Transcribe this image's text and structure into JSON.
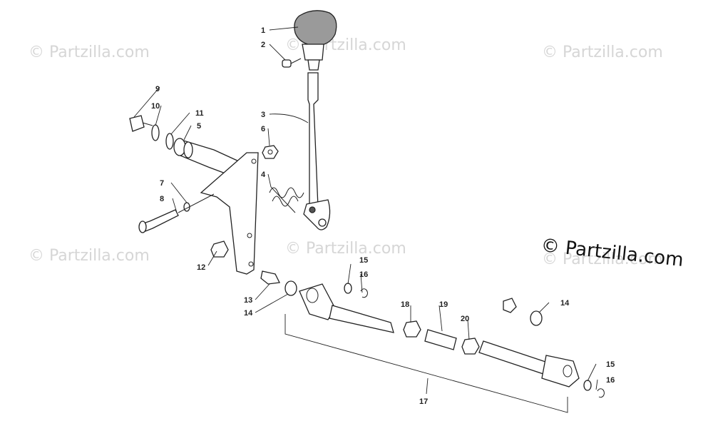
{
  "brand": {
    "text": "© Partzilla.com"
  },
  "watermarks": [
    "© Partzilla.com",
    "© Partzilla.com",
    "© Partzilla.com",
    "© Partzilla.com",
    "© Partzilla.com",
    "© Partzilla.com"
  ],
  "callouts": [
    "1",
    "2",
    "3",
    "4",
    "5",
    "6",
    "7",
    "8",
    "9",
    "10",
    "11",
    "12",
    "13",
    "14",
    "14",
    "14",
    "15",
    "15",
    "16",
    "16",
    "17",
    "18",
    "19",
    "20"
  ]
}
